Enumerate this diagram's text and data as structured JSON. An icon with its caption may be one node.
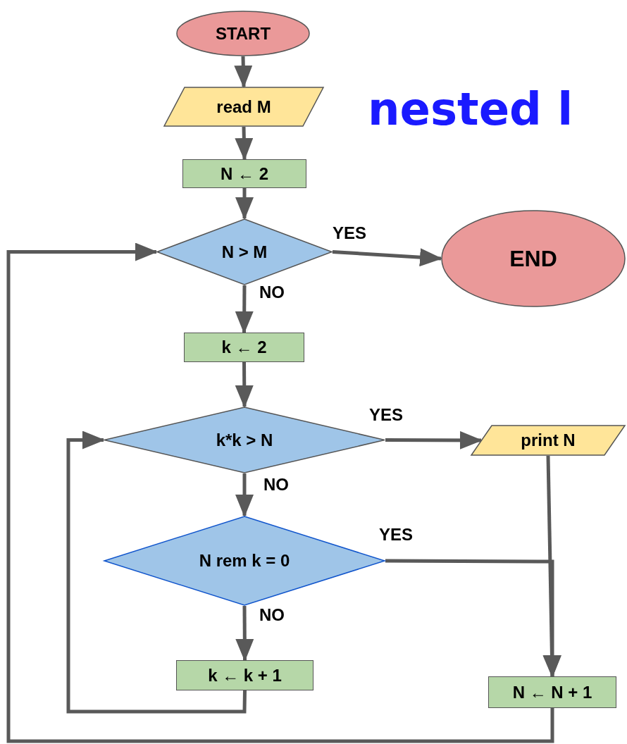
{
  "diagram": {
    "title": "nested l",
    "nodes": [
      {
        "text": [
          "START"
        ]
      },
      {
        "text": [
          "read M"
        ]
      },
      {
        "text": [
          "N ← 2"
        ]
      },
      {
        "text": [
          "N > M"
        ]
      },
      {
        "text": [
          "END"
        ]
      },
      {
        "text": [
          "k ← 2"
        ]
      },
      {
        "text": [
          "k*k > N"
        ]
      },
      {
        "text": [
          "print N"
        ]
      },
      {
        "text": [
          "N rem k = 0"
        ]
      },
      {
        "text": [
          "k ← k + 1"
        ]
      },
      {
        "text": [
          "N ← N + 1"
        ]
      }
    ],
    "edges": [
      {
        "from": 0,
        "to": 1,
        "arrow": "to"
      },
      {
        "from": 1,
        "to": 2,
        "arrow": "to"
      },
      {
        "from": 2,
        "to": 3,
        "arrow": "to"
      },
      {
        "from": 3,
        "to": 4,
        "arrow": "to",
        "label": "YES"
      },
      {
        "from": 3,
        "to": 5,
        "arrow": "to",
        "label": "NO"
      },
      {
        "from": 5,
        "to": 6,
        "arrow": "to"
      },
      {
        "from": 6,
        "to": 7,
        "arrow": "to",
        "label": "YES"
      },
      {
        "from": 6,
        "to": 8,
        "arrow": "to",
        "label": "NO"
      },
      {
        "from": 8,
        "to": 10,
        "arrow": "to",
        "label": "YES"
      },
      {
        "from": 8,
        "to": 9,
        "arrow": "to",
        "label": "NO"
      },
      {
        "from": 9,
        "to": 6,
        "arrow": "to"
      },
      {
        "from": 7,
        "to": 10,
        "arrow": "to"
      },
      {
        "from": 10,
        "to": 3,
        "arrow": "to"
      }
    ]
  }
}
